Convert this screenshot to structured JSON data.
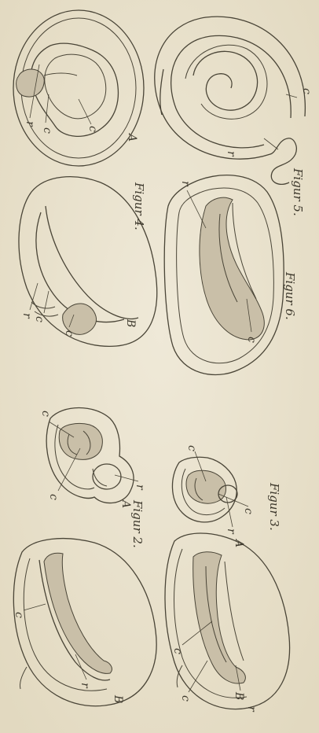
{
  "captions": {
    "fig2": "Figur 2.",
    "fig3": "Figur 3.",
    "fig4": "Figur 4.",
    "fig5": "Figur 5.",
    "fig6": "Figur 6."
  },
  "labels": {
    "c": "c",
    "r": "r",
    "A": "A",
    "B": "B"
  }
}
